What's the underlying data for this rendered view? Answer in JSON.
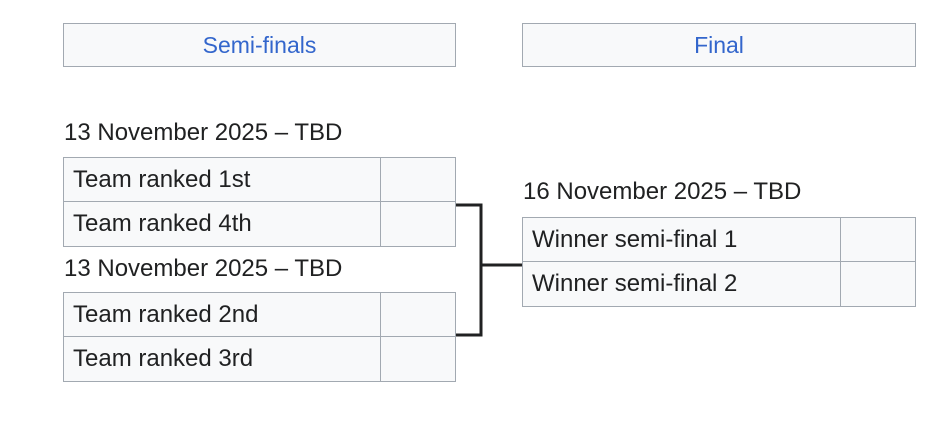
{
  "rounds": {
    "semi_finals": {
      "label": "Semi-finals"
    },
    "final": {
      "label": "Final"
    }
  },
  "matches": {
    "semi_final_1": {
      "date": "13 November 2025 – TBD",
      "teams": [
        {
          "name": "Team ranked 1st",
          "score": ""
        },
        {
          "name": "Team ranked 4th",
          "score": ""
        }
      ]
    },
    "semi_final_2": {
      "date": "13 November 2025 – TBD",
      "teams": [
        {
          "name": "Team ranked 2nd",
          "score": ""
        },
        {
          "name": "Team ranked 3rd",
          "score": ""
        }
      ]
    },
    "final": {
      "date": "16 November 2025 – TBD",
      "teams": [
        {
          "name": "Winner semi-final 1",
          "score": ""
        },
        {
          "name": "Winner semi-final 2",
          "score": ""
        }
      ]
    }
  },
  "colors": {
    "header_text": "#3366cc",
    "cell_background": "#f8f9fa",
    "cell_border": "#a2a9b1",
    "connector_line": "#202122"
  }
}
